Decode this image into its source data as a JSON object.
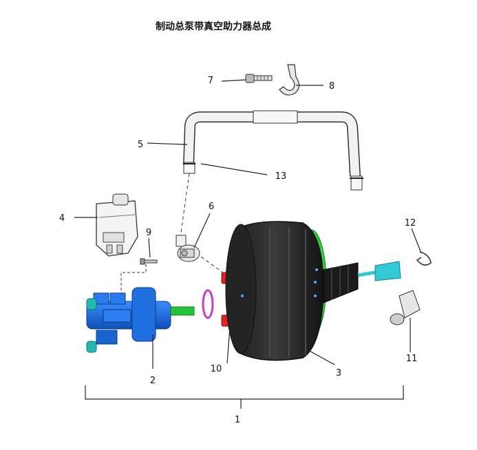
{
  "title": "制动总泵带真空助力器总成",
  "callouts": [
    {
      "id": "c1",
      "label": "1"
    },
    {
      "id": "c2",
      "label": "2"
    },
    {
      "id": "c3",
      "label": "3"
    },
    {
      "id": "c4",
      "label": "4"
    },
    {
      "id": "c5",
      "label": "5"
    },
    {
      "id": "c6",
      "label": "6"
    },
    {
      "id": "c7",
      "label": "7"
    },
    {
      "id": "c8",
      "label": "8"
    },
    {
      "id": "c9",
      "label": "9"
    },
    {
      "id": "c10",
      "label": "10"
    },
    {
      "id": "c11",
      "label": "11"
    },
    {
      "id": "c12",
      "label": "12"
    },
    {
      "id": "c13",
      "label": "13"
    }
  ],
  "colors": {
    "master_cylinder": "#1f6fe0",
    "cap": "#22b8b0",
    "pushrod": "#23c23a",
    "booster": "#2a2a2a",
    "booster_ring": "#2fd13a",
    "nipple": "#e52222",
    "clevis": "#31c9d6",
    "oring": "#c43cc4"
  }
}
